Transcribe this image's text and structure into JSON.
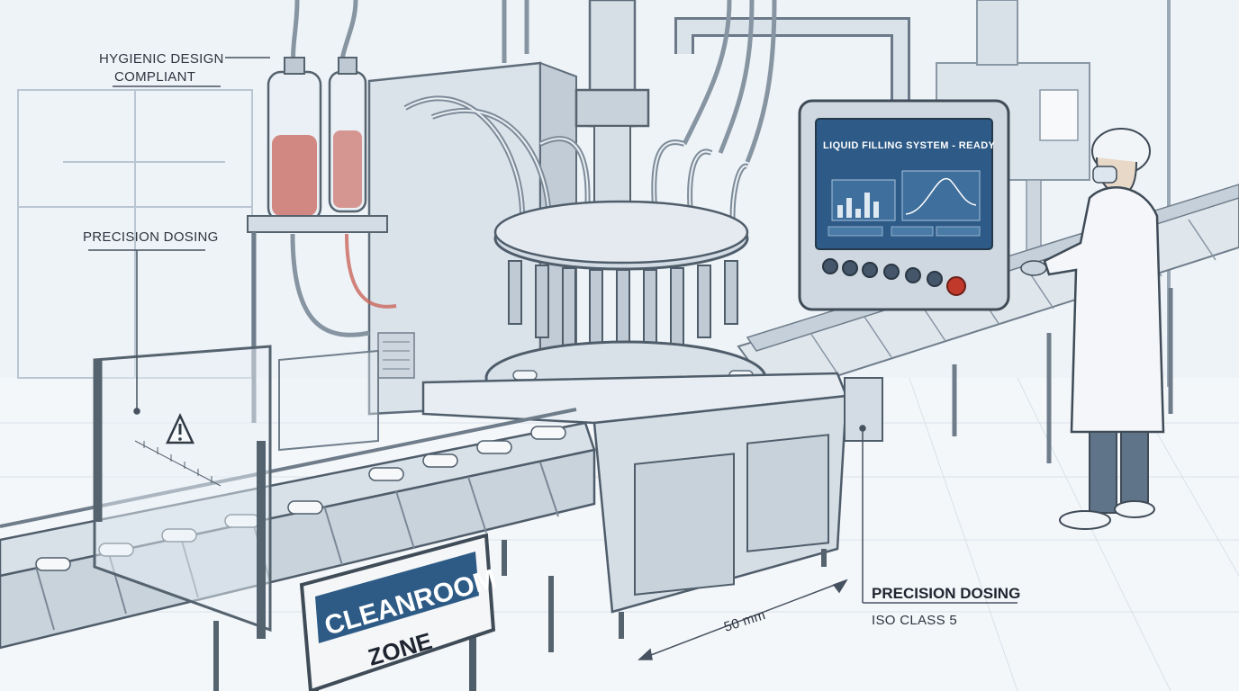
{
  "annotations": {
    "hygienic_line1": "HYGIENIC DESIGN",
    "hygienic_line2": "COMPLIANT",
    "precision_left": "PRECISION DOSING",
    "precision_right": "PRECISION DOSING",
    "iso_class": "ISO CLASS 5",
    "dimension": "50 mm"
  },
  "hmi": {
    "title": "LIQUID FILLING SYSTEM - READY"
  },
  "sign": {
    "line1": "CLEANROOM",
    "line2": "ZONE"
  },
  "colors": {
    "steel": "#cfd8e0",
    "steel_dark": "#8795a3",
    "ink": "#3a4450",
    "screen_bg": "#2d5a86",
    "sign_blue": "#2e5b86",
    "stop_red": "#c0392b",
    "liquid_red": "#c9655b"
  },
  "icons": [
    "warning-triangle-icon"
  ]
}
